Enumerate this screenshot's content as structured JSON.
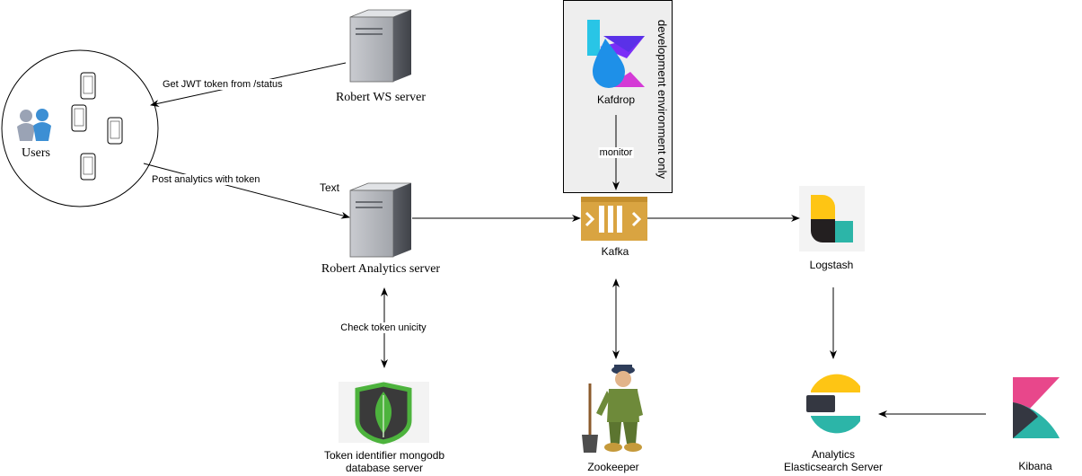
{
  "nodes": {
    "users": "Users",
    "ws_server": "Robert WS server",
    "analytics_server": "Robert Analytics server",
    "analytics_text": "Text",
    "kafdrop": "Kafdrop",
    "kafka": "Kafka",
    "logstash": "Logstash",
    "zookeeper": "Zookeeper",
    "mongodb_line1": "Token identifier mongodb",
    "mongodb_line2": "database server",
    "elastic_line1": "Analytics",
    "elastic_line2": "Elasticsearch Server",
    "kibana": "Kibana"
  },
  "edges": {
    "get_jwt": "Get JWT token from /status",
    "post_analytics": "Post analytics with token",
    "check_token": "Check token unicity",
    "monitor": "monitor"
  },
  "groups": {
    "dev_env": "development environment only"
  },
  "colors": {
    "kafka_gold": "#D9A441",
    "dev_box_fill": "#EEEEEE",
    "mongo_green": "#4DB33D",
    "elastic_yellow": "#FEC514",
    "elastic_teal": "#2CB5A8",
    "kibana_pink": "#E8478B",
    "kafdrop_blue": "#1E90E8",
    "kafdrop_purple": "#7B2FF7"
  },
  "icons": [
    "user-pair-icon",
    "smartphone-icon",
    "server-tower-icon",
    "kafka-queue-icon",
    "kafdrop-logo-icon",
    "logstash-logo-icon",
    "mongodb-leaf-icon",
    "zookeeper-figure-icon",
    "elasticsearch-logo-icon",
    "kibana-logo-icon"
  ]
}
